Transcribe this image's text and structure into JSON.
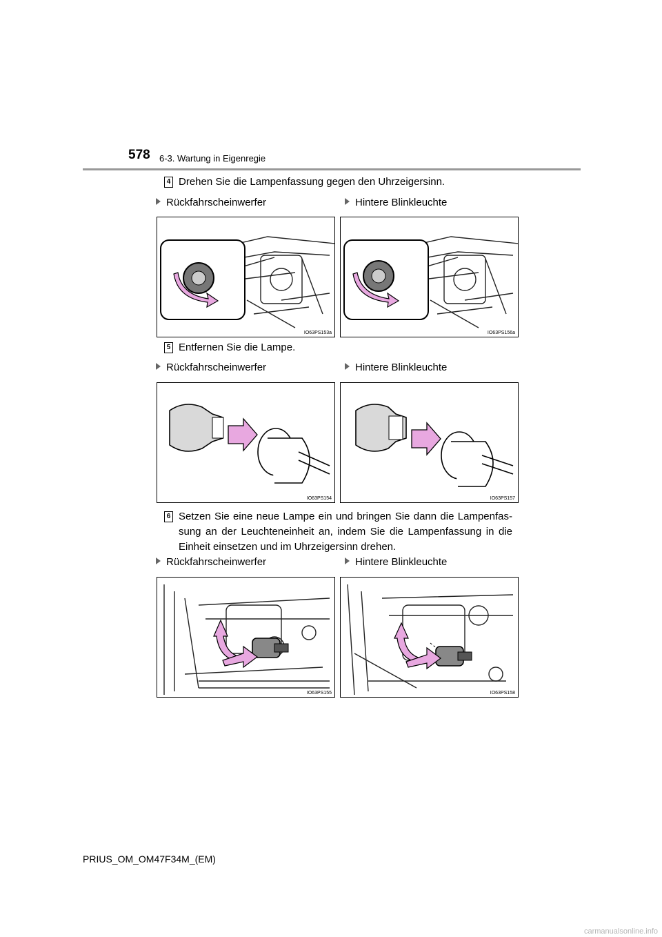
{
  "header": {
    "page_number": "578",
    "section": "6-3. Wartung in Eigenregie"
  },
  "steps": [
    {
      "number": "4",
      "text": "Drehen Sie die Lampenfassung gegen den Uhrzeigersinn.",
      "left_label": "Rückfahrscheinwerfer",
      "right_label": "Hintere Blinkleuchte",
      "left_code": "IO63PS153a",
      "right_code": "IO63PS156a"
    },
    {
      "number": "5",
      "text": "Entfernen Sie die Lampe.",
      "left_label": "Rückfahrscheinwerfer",
      "right_label": "Hintere Blinkleuchte",
      "left_code": "IO63PS154",
      "right_code": "IO63PS157"
    },
    {
      "number": "6",
      "text": "Setzen Sie eine neue Lampe ein und bringen Sie dann die Lampenfas-sung an der Leuchteneinheit an, indem Sie die Lampenfassung in die Einheit einsetzen und im Uhrzeigersinn drehen.",
      "left_label": "Rückfahrscheinwerfer",
      "right_label": "Hintere Blinkleuchte",
      "left_code": "IO63PS155",
      "right_code": "IO63PS158"
    }
  ],
  "footer": {
    "doc_code": "PRIUS_OM_OM47F34M_(EM)"
  },
  "watermark": "carmanualsonline.info",
  "colors": {
    "arrow": "#e8a8e0",
    "rule": "#999999"
  }
}
